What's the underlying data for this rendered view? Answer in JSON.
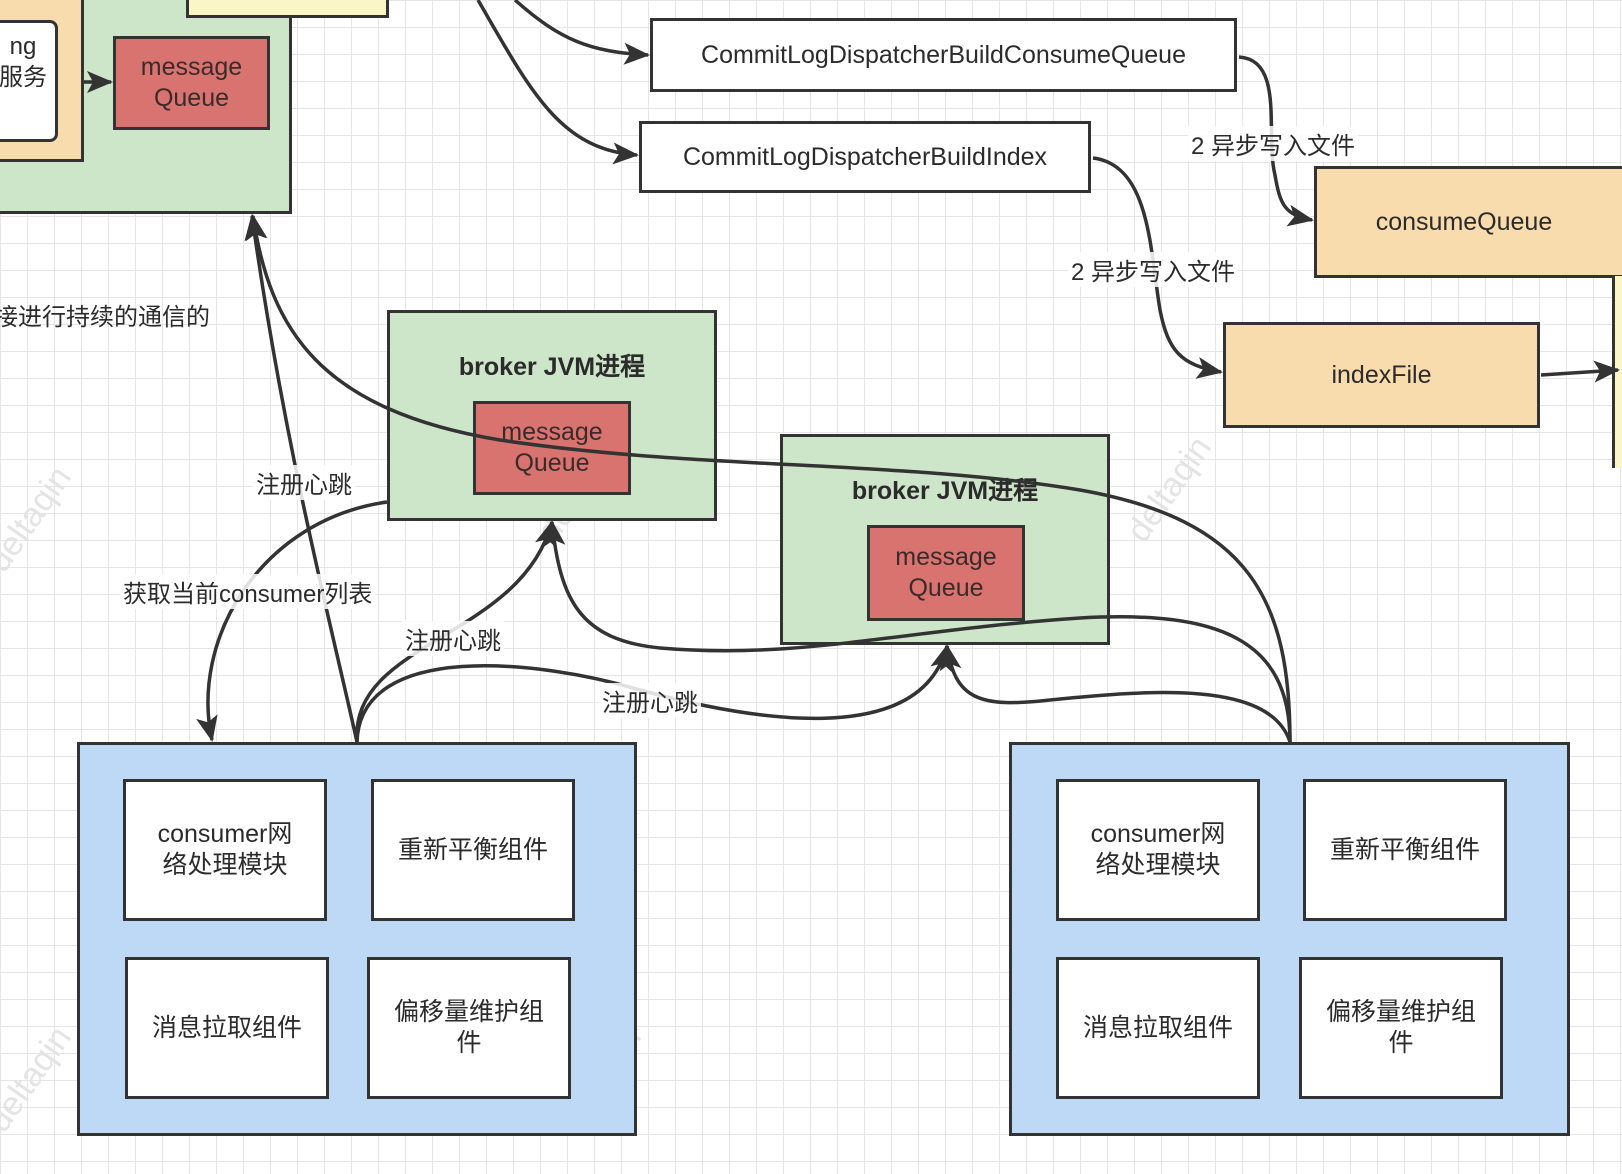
{
  "watermark": "deltaqin",
  "top_left": {
    "partial_service_text_1": "ng",
    "partial_service_text_2": "服务",
    "message_queue": [
      "message",
      "Queue"
    ],
    "partial_comm_text": "接进行持续的通信的"
  },
  "dispatchers": {
    "build_consume_queue": "CommitLogDispatcherBuildConsumeQueue",
    "build_index": "CommitLogDispatcherBuildIndex"
  },
  "files": {
    "consume_queue": "consumeQueue",
    "index_file": "indexFile"
  },
  "async_write_label": "2 异步写入文件",
  "brokers": [
    {
      "title": "broker  JVM进程",
      "queue": [
        "message",
        "Queue"
      ]
    },
    {
      "title": "broker  JVM进程",
      "queue": [
        "message",
        "Queue"
      ]
    }
  ],
  "edge_labels": {
    "register_heartbeat": "注册心跳",
    "get_consumer_list": "获取当前consumer列表"
  },
  "consumers": [
    {
      "modules": [
        [
          "consumer网",
          "络处理模块"
        ],
        [
          "重新平衡组件"
        ],
        [
          "消息拉取组件"
        ],
        [
          "偏移量维护组",
          "件"
        ]
      ]
    },
    {
      "modules": [
        [
          "consumer网",
          "络处理模块"
        ],
        [
          "重新平衡组件"
        ],
        [
          "消息拉取组件"
        ],
        [
          "偏移量维护组",
          "件"
        ]
      ]
    }
  ]
}
